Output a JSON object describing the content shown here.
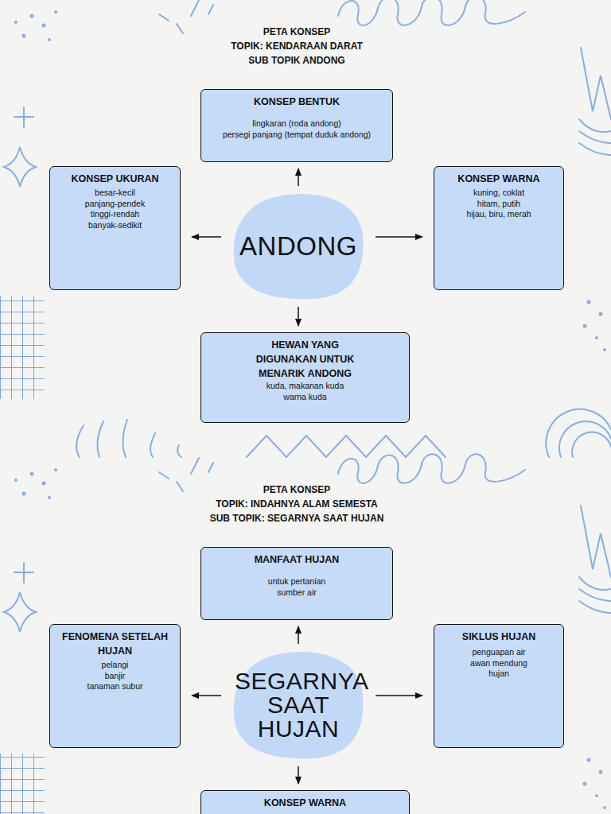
{
  "diagram": {
    "nodes": [
      {
        "text": [
          "KONSEP BENTUK",
          "lingkaran (roda andong)",
          "persegi panjang (tempat duduk andong)"
        ]
      },
      {
        "text": [
          "KONSEP UKURAN",
          "besar-kecil",
          "panjang-pendek",
          "tinggi-rendah",
          "banyak-sedikit"
        ]
      },
      {
        "text": [
          "ANDONG"
        ]
      },
      {
        "text": [
          "KONSEP WARNA",
          "kuning, coklat",
          "hitam, putih",
          "hijau, biru, merah"
        ]
      },
      {
        "text": [
          "HEWAN YANG DIGUNAKAN UNTUK MENARIK ANDONG",
          "kuda, makanan kuda",
          "warna kuda"
        ]
      },
      {
        "text": [
          "MANFAAT HUJAN",
          "untuk pertanian",
          "sumber air"
        ]
      },
      {
        "text": [
          "FENOMENA SETELAH HUJAN",
          "pelangi",
          "banjir",
          "tanaman subur"
        ]
      },
      {
        "text": [
          "SEGARNYA SAAT HUJAN"
        ]
      },
      {
        "text": [
          "SIKLUS HUJAN",
          "penguapan air",
          "awan mendung",
          "hujan"
        ]
      },
      {
        "text": [
          "KONSEP WARNA"
        ]
      }
    ],
    "edges": [
      {
        "from": 2,
        "to": 0,
        "arrow": "to"
      },
      {
        "from": 2,
        "to": 1,
        "arrow": "to"
      },
      {
        "from": 2,
        "to": 3,
        "arrow": "to"
      },
      {
        "from": 2,
        "to": 4,
        "arrow": "to"
      },
      {
        "from": 7,
        "to": 5,
        "arrow": "to"
      },
      {
        "from": 7,
        "to": 6,
        "arrow": "to"
      },
      {
        "from": 7,
        "to": 8,
        "arrow": "to"
      },
      {
        "from": 7,
        "to": 9,
        "arrow": "to"
      }
    ],
    "labels": [
      "PETA KONSEP",
      "TOPIK: KENDARAAN DARAT",
      "SUB TOPIK ANDONG",
      "PETA KONSEP",
      "TOPIK: INDAHNYA ALAM SEMESTA",
      "SUB TOPIK: SEGARNYA SAAT HUJAN"
    ]
  }
}
